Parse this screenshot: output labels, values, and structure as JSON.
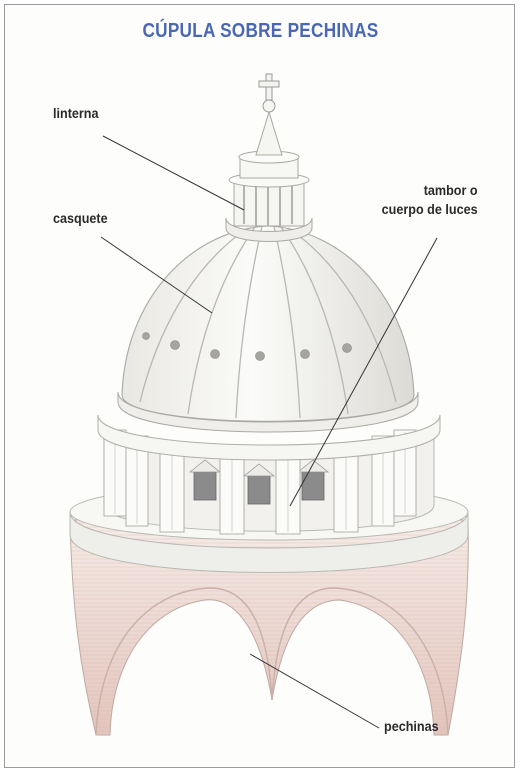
{
  "title": "CÚPULA SOBRE PECHINAS",
  "colors": {
    "title": "#4a67b3",
    "frame": "#9a9a9a",
    "stone": "#f4f3ef",
    "shade": "#c9c8c3",
    "pendentive": "#e7cfc8",
    "leader": "#333333"
  },
  "labels": {
    "linterna": "linterna",
    "casquete": "casquete",
    "tambor_line1": "tambor o",
    "tambor_line2": "cuerpo de luces",
    "pechinas": "pechinas"
  }
}
